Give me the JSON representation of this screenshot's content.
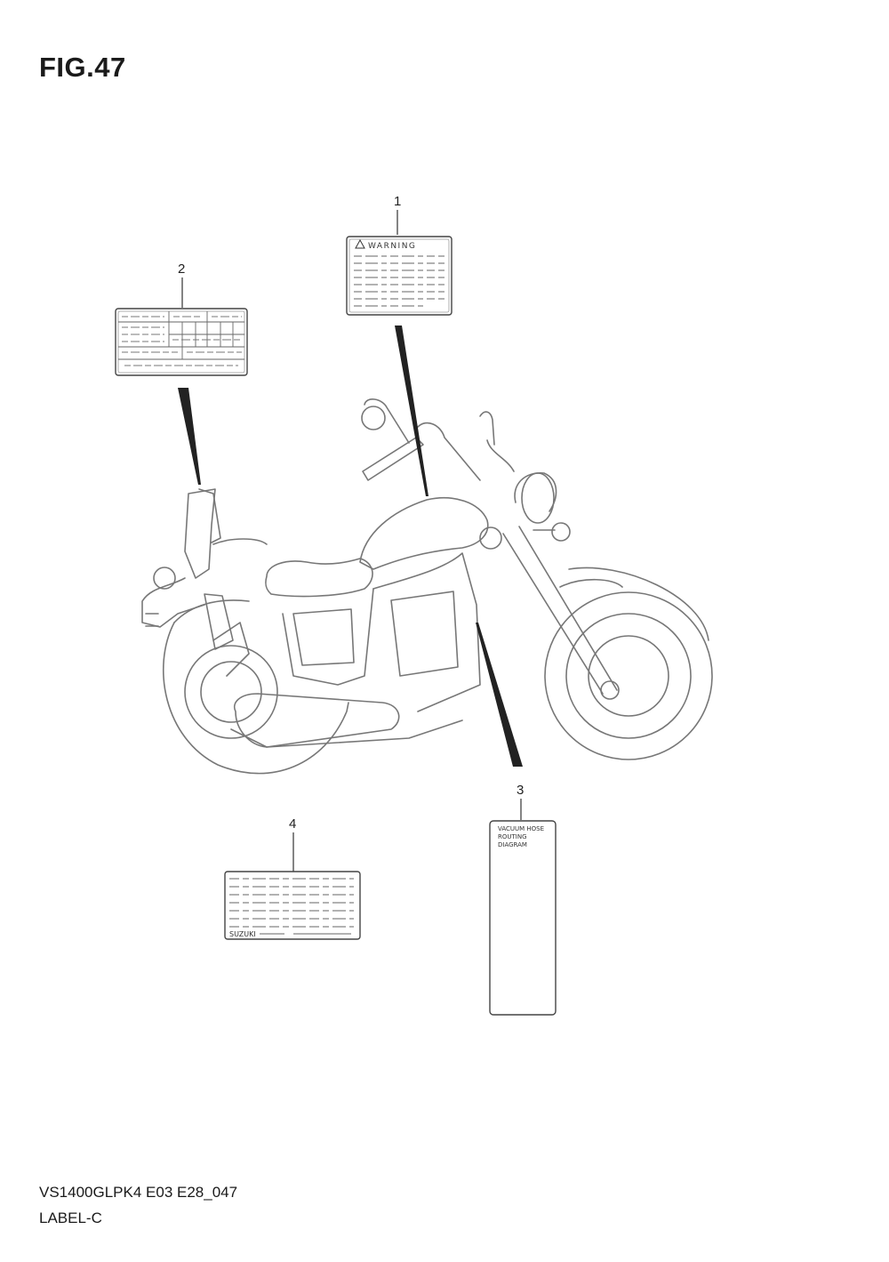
{
  "figure": {
    "title": "FIG.47"
  },
  "footer": {
    "model_code": "VS1400GLPK4 E03 E28_047",
    "section_name": "LABEL-C"
  },
  "callouts": {
    "label_1": "1",
    "label_2": "2",
    "label_3": "3",
    "label_4": "4"
  },
  "label_texts": {
    "warning": "WARNING",
    "vacuum_line1": "VACUUM HOSE",
    "vacuum_line2": "ROUTING",
    "vacuum_line3": "DIAGRAM",
    "brand": "SUZUKI"
  }
}
